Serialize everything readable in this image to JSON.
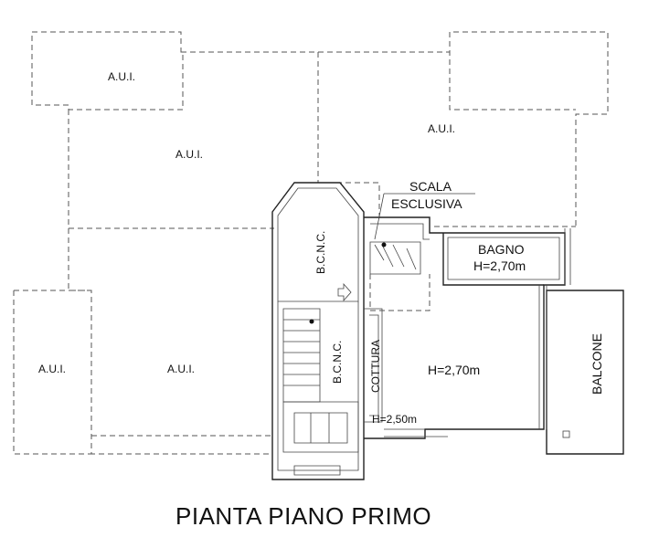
{
  "title": "PIANTA PIANO PRIMO",
  "labels": {
    "aui_top_left": "A.U.I.",
    "aui_top_right": "A.U.I.",
    "aui_mid_left": "A.U.I.",
    "aui_bottom_left": "A.U.I.",
    "aui_bottom_mid": "A.U.I.",
    "scala": "SCALA",
    "esclusiva": "ESCLUSIVA",
    "bagno": "BAGNO",
    "bagno_height": "H=2,70m",
    "room_height": "H=2,70m",
    "cottura": "COTTURA",
    "height_low": "H=2,50m",
    "balcone": "BALCONE",
    "bcnc_upper": "B.C.N.C.",
    "bcnc_lower": "B.C.N.C."
  }
}
